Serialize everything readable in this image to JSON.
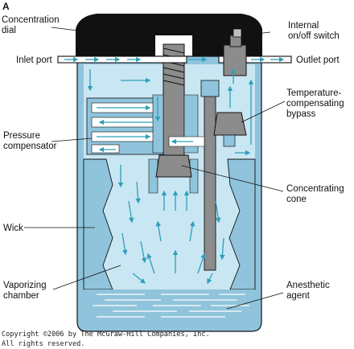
{
  "panel_letter": "A",
  "labels": {
    "concentration_dial_l1": "Concentration",
    "concentration_dial_l2": "dial",
    "internal_switch_l1": "Internal",
    "internal_switch_l2": "on/off switch",
    "inlet_port": "Inlet port",
    "outlet_port": "Outlet port",
    "temp_bypass_l1": "Temperature-",
    "temp_bypass_l2": "compensating",
    "temp_bypass_l3": "bypass",
    "pressure_comp_l1": "Pressure",
    "pressure_comp_l2": "compensator",
    "concentrating_cone_l1": "Concentrating",
    "concentrating_cone_l2": "cone",
    "wick": "Wick",
    "vaporizing_chamber_l1": "Vaporizing",
    "vaporizing_chamber_l2": "chamber",
    "anesthetic_agent_l1": "Anesthetic",
    "anesthetic_agent_l2": "agent"
  },
  "copyright": {
    "line1": "Copyright ©2006 by The McGraw-Hill Companies, Inc.",
    "line2": "All rights reserved."
  },
  "colors": {
    "vapor_blue": "#c9e6f3",
    "frame_blue": "#8fc4dc",
    "flow_arrow": "#2e9fb8",
    "cap_black": "#111111",
    "cone_gray": "#8c8c8c",
    "liquid_line": "#ffffff"
  }
}
